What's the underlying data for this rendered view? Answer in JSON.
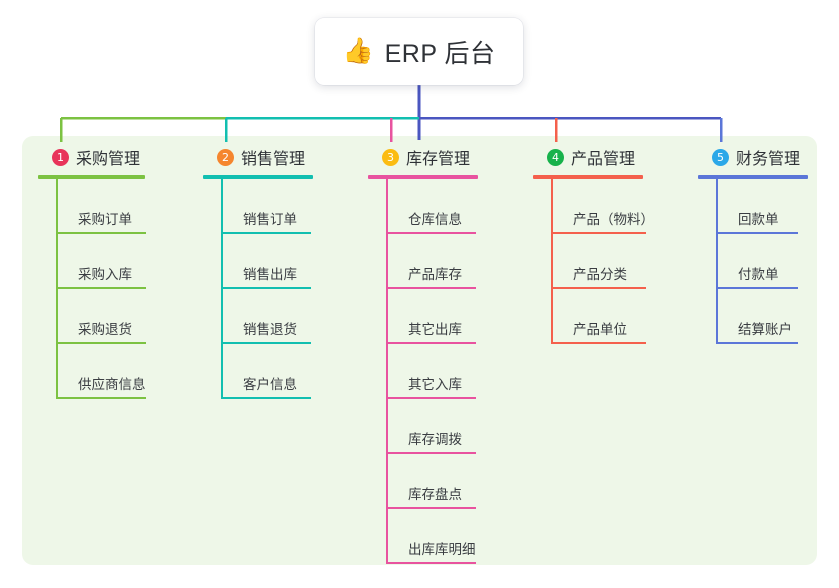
{
  "root": {
    "icon": "thumbs-up-emoji",
    "emoji": "👍",
    "title": "ERP 后台"
  },
  "theme": {
    "canvas_bg": "#eef7e8",
    "page_bg": "#ffffff",
    "root_stem": "#4a56c0",
    "text": "#2f3237"
  },
  "columns": [
    {
      "number": "1",
      "title": "采购管理",
      "badge_color": "#e8345a",
      "line_color": "#7cc242",
      "bus_color": "#7cc242",
      "items": [
        {
          "label": "采购订单"
        },
        {
          "label": "采购入库"
        },
        {
          "label": "采购退货"
        },
        {
          "label": "供应商信息"
        }
      ]
    },
    {
      "number": "2",
      "title": "销售管理",
      "badge_color": "#f5862e",
      "line_color": "#12bfb0",
      "bus_color": "#12bfb0",
      "items": [
        {
          "label": "销售订单"
        },
        {
          "label": "销售出库"
        },
        {
          "label": "销售退货"
        },
        {
          "label": "客户信息"
        }
      ]
    },
    {
      "number": "3",
      "title": "库存管理",
      "badge_color": "#fbbc12",
      "line_color": "#e8539f",
      "bus_color": "#4a56c0",
      "items": [
        {
          "label": "仓库信息"
        },
        {
          "label": "产品库存"
        },
        {
          "label": "其它出库"
        },
        {
          "label": "其它入库"
        },
        {
          "label": "库存调拨"
        },
        {
          "label": "库存盘点"
        },
        {
          "label": "出库库明细"
        }
      ]
    },
    {
      "number": "4",
      "title": "产品管理",
      "badge_color": "#17b24b",
      "line_color": "#f4604c",
      "bus_color": "#4a56c0",
      "items": [
        {
          "label": "产品（物料）"
        },
        {
          "label": "产品分类"
        },
        {
          "label": "产品单位"
        }
      ]
    },
    {
      "number": "5",
      "title": "财务管理",
      "badge_color": "#2ba8e8",
      "line_color": "#5b76d8",
      "bus_color": "#4a56c0",
      "items": [
        {
          "label": "回款单"
        },
        {
          "label": "付款单"
        },
        {
          "label": "结算账户"
        }
      ]
    }
  ]
}
